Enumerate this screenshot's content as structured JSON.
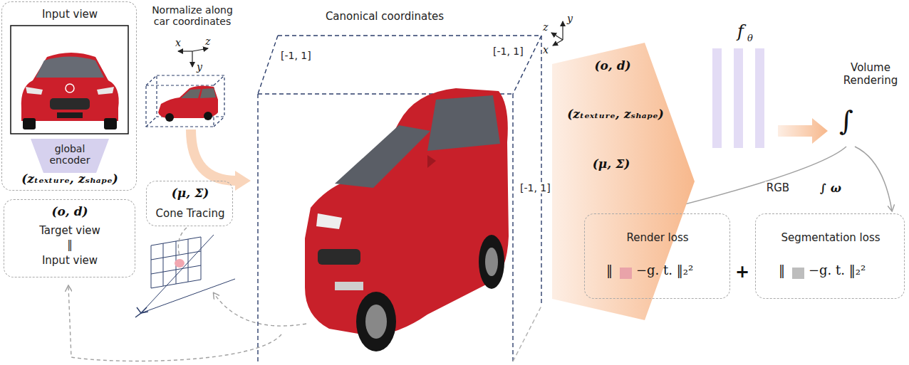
{
  "diagram": {
    "nodes": [
      {
        "text": [
          "Input view",
          "(zₜₑₓₜᵤᵣₑ, zₛₕₐₚₑ)"
        ]
      },
      {
        "text": [
          "global encoder"
        ],
        "in": 0
      },
      {
        "text": [
          "(μ, Σ)",
          "Cone Tracing"
        ]
      },
      {
        "text": [
          "(o, d)",
          "Target view",
          "‖",
          "Input view"
        ]
      },
      {
        "text": [
          "(o, d)",
          "(zₜₑₓₜᵤᵣₑ, zₛₕₐₚₑ)",
          "(μ, Σ)"
        ]
      },
      {
        "text": [
          "Render loss",
          "‖",
          "−g. t. ‖₂²"
        ]
      },
      {
        "text": [
          "Segmentation loss",
          "‖",
          "−g. t. ‖₂²"
        ]
      }
    ],
    "labels": [
      "Normalize along car coordinates",
      "x",
      "z",
      "y",
      "Canonical coordinates",
      "[-1, 1]",
      "[-1, 1]",
      "[-1, 1]",
      "z",
      "y",
      "x",
      "f",
      "θ",
      "Volume Rendering",
      "∫",
      "RGB",
      "∫ ω",
      "+"
    ]
  }
}
